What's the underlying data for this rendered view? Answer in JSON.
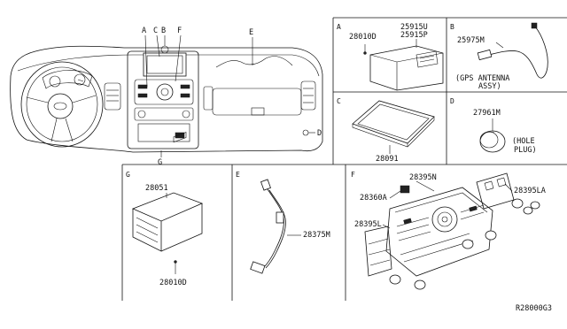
{
  "dash_callouts": [
    "A",
    "C",
    "B",
    "F",
    "E",
    "D",
    "G"
  ],
  "sections": {
    "A": {
      "letter": "A",
      "parts": [
        "28010D",
        "25915U",
        "25915P"
      ]
    },
    "B": {
      "letter": "B",
      "parts": [
        "25975M"
      ],
      "note_line1": "(GPS ANTENNA",
      "note_line2": "ASSY)"
    },
    "C": {
      "letter": "C",
      "parts": [
        "28091"
      ]
    },
    "D": {
      "letter": "D",
      "parts": [
        "27961M"
      ],
      "note_line1": "(HOLE",
      "note_line2": "PLUG)"
    },
    "G": {
      "letter": "G",
      "parts": [
        "28051",
        "28010D"
      ]
    },
    "E": {
      "letter": "E",
      "parts": [
        "28375M"
      ]
    },
    "F": {
      "letter": "F",
      "parts": [
        "28395N",
        "28360A",
        "28395LA",
        "28395L"
      ]
    }
  },
  "diagram_code": "R28000G3"
}
